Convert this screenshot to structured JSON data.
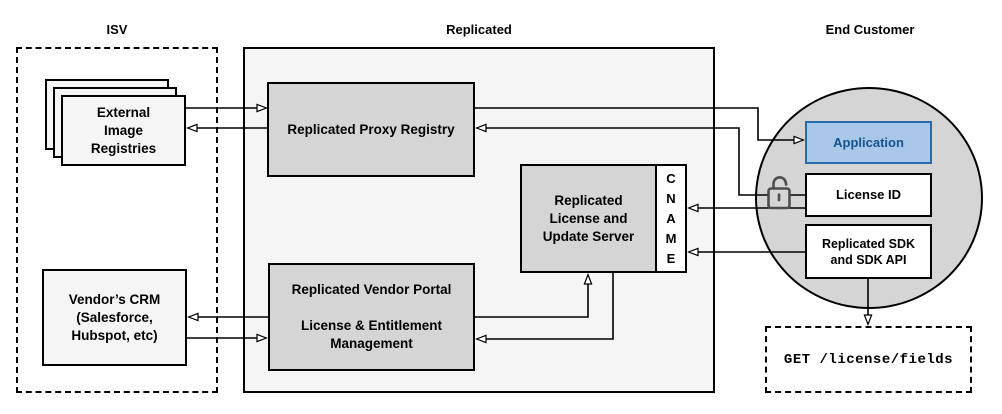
{
  "headers": {
    "isv": "ISV",
    "replicated": "Replicated",
    "end_customer": "End Customer"
  },
  "nodes": {
    "registries": "External\nImage\nRegistries",
    "crm": "Vendor’s CRM\n(Salesforce,\nHubspot, etc)",
    "proxy": "Replicated Proxy Registry",
    "update_server": "Replicated\nLicense and\nUpdate Server",
    "cname": "C\nN\nA\nM\nE",
    "vendor_portal": "Replicated Vendor Portal\n\nLicense & Entitlement\nManagement",
    "application": "Application",
    "license_id": "License ID",
    "sdk": "Replicated SDK\nand SDK API",
    "get_request": "GET /license/fields"
  },
  "icons": {
    "unlock": "open-padlock"
  },
  "colors": {
    "accent_fill": "#a9c7e8",
    "accent_border": "#2a6bab",
    "accent_text": "#17548c",
    "box_gray": "#d5d5d5",
    "panel_gray": "#f5f5f5",
    "line": "#000000",
    "lock": "#4d4d4d"
  }
}
